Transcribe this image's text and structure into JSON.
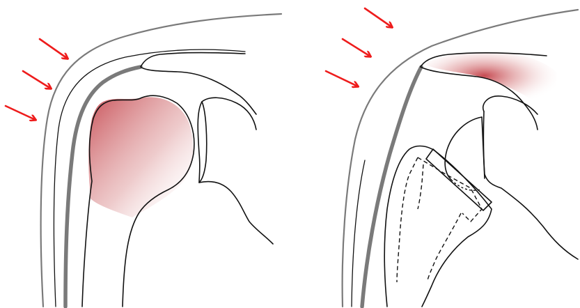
{
  "colors": {
    "arrow": "#ee1c1c",
    "pain_highlight": "#c0363e",
    "skin_line": "#7a7a7a",
    "deltoid_line": "#7a7a7a",
    "bone_outline": "#111111"
  },
  "panels": [
    {
      "id": "native-shoulder",
      "arrows": 3,
      "highlight": "humeral-head"
    },
    {
      "id": "reverse-prosthesis-shoulder",
      "arrows": 3,
      "highlight": "acromion"
    }
  ]
}
